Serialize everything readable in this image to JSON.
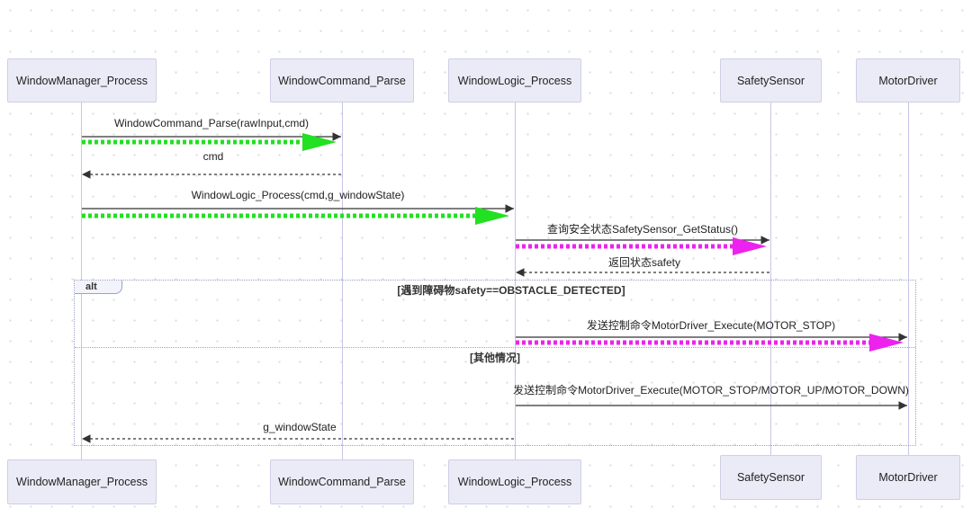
{
  "participants": [
    {
      "id": "wm",
      "label": "WindowManager_Process"
    },
    {
      "id": "wc",
      "label": "WindowCommand_Parse"
    },
    {
      "id": "wl",
      "label": "WindowLogic_Process"
    },
    {
      "id": "ss",
      "label": "SafetySensor"
    },
    {
      "id": "md",
      "label": "MotorDriver"
    }
  ],
  "messages": [
    {
      "id": "m1",
      "from": "wm",
      "to": "wc",
      "label": "WindowCommand_Parse(rawInput,cmd)",
      "type": "sync"
    },
    {
      "id": "m2",
      "from": "wc",
      "to": "wm",
      "label": "cmd",
      "type": "reply"
    },
    {
      "id": "m3",
      "from": "wm",
      "to": "wl",
      "label": "WindowLogic_Process(cmd,g_windowState)",
      "type": "sync"
    },
    {
      "id": "m4",
      "from": "wl",
      "to": "ss",
      "label": "查询安全状态SafetySensor_GetStatus()",
      "type": "sync"
    },
    {
      "id": "m5",
      "from": "ss",
      "to": "wl",
      "label": "返回状态safety",
      "type": "reply"
    },
    {
      "id": "m6",
      "from": "wl",
      "to": "md",
      "label": "发送控制命令MotorDriver_Execute(MOTOR_STOP)",
      "type": "sync"
    },
    {
      "id": "m7",
      "from": "wl",
      "to": "md",
      "label": "发送控制命令MotorDriver_Execute(MOTOR_STOP/MOTOR_UP/MOTOR_DOWN)",
      "type": "sync"
    },
    {
      "id": "m8",
      "from": "wl",
      "to": "wm",
      "label": "g_windowState",
      "type": "reply"
    }
  ],
  "alt_frame": {
    "keyword": "alt",
    "condition": "[遇到障碍物safety==OBSTACLE_DETECTED]",
    "else_condition": "[其他情况]"
  },
  "highlight_colors": {
    "green": "#22e022",
    "magenta": "#ee22ee"
  }
}
